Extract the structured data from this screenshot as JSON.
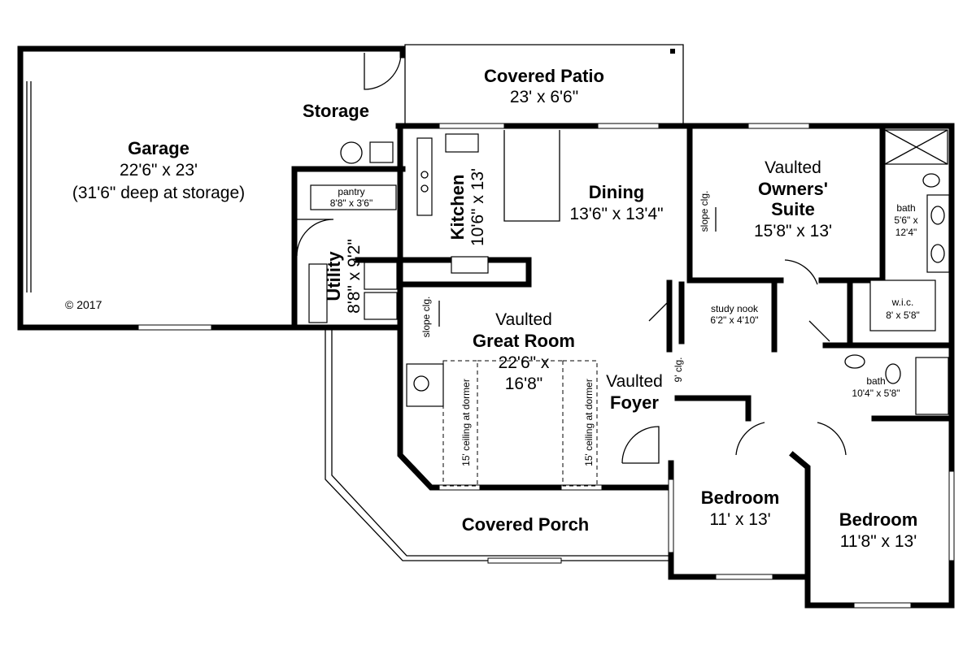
{
  "rooms": {
    "covered_patio": {
      "name": "Covered Patio",
      "size": "23' x 6'6\""
    },
    "storage": {
      "name": "Storage"
    },
    "garage": {
      "name": "Garage",
      "size": "22'6\" x 23'",
      "note": "(31'6\" deep at storage)"
    },
    "pantry": {
      "name": "pantry",
      "size": "8'8\" x 3'6\""
    },
    "kitchen": {
      "name": "Kitchen",
      "size": "10'6\" x 13'"
    },
    "dining": {
      "name": "Dining",
      "size": "13'6\" x 13'4\""
    },
    "owners_suite": {
      "prefix": "Vaulted",
      "name1": "Owners'",
      "name2": "Suite",
      "size": "15'8\" x 13'"
    },
    "master_bath": {
      "name": "bath",
      "size1": "5'6\" x",
      "size2": "12'4\""
    },
    "wic": {
      "name": "w.i.c.",
      "size": "8' x 5'8\""
    },
    "utility": {
      "name": "Utility",
      "size": "8'8\" x 9'2\""
    },
    "study_nook": {
      "name": "study nook",
      "size": "6'2\" x 4'10\""
    },
    "great_room": {
      "prefix": "Vaulted",
      "name": "Great Room",
      "size1": "22'6\" x",
      "size2": "16'8\""
    },
    "foyer": {
      "prefix": "Vaulted",
      "name": "Foyer"
    },
    "bath2": {
      "name": "bath",
      "size": "10'4\" x 5'8\""
    },
    "bedroom1": {
      "name": "Bedroom",
      "size": "11' x 13'"
    },
    "bedroom2": {
      "name": "Bedroom",
      "size": "11'8\" x 13'"
    },
    "covered_porch": {
      "name": "Covered Porch"
    }
  },
  "notes": {
    "copyright": "© 2017",
    "slope_owners": "slope clg.",
    "slope_great": "slope clg.",
    "nine_clg": "9' clg.",
    "dormer_left": "15' ceiling at dormer",
    "dormer_right": "15' ceiling at dormer"
  }
}
